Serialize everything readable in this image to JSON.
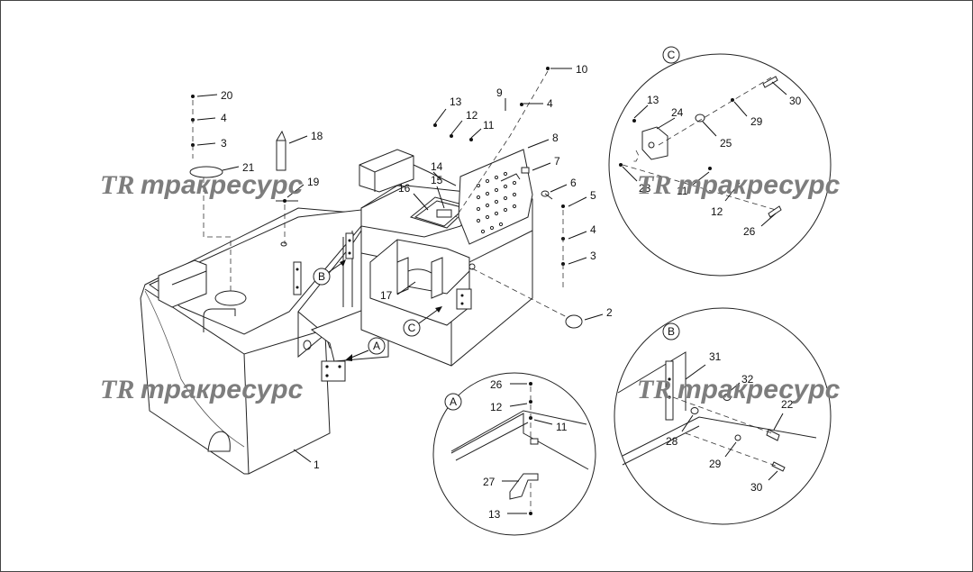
{
  "watermark": {
    "text": "тракресурс",
    "logo_text": "TR",
    "color": "#7d7d7d"
  },
  "detail_labels": {
    "A": "A",
    "B": "B",
    "C": "C"
  },
  "callouts": {
    "main": [
      "1",
      "2",
      "3",
      "4",
      "5",
      "6",
      "7",
      "8",
      "4",
      "10",
      "9",
      "11",
      "12",
      "13",
      "14",
      "15",
      "16",
      "17",
      "18",
      "19",
      "20",
      "4",
      "3",
      "21"
    ],
    "detail_a": [
      "26",
      "12",
      "11",
      "27",
      "13"
    ],
    "detail_b": [
      "31",
      "32",
      "22",
      "28",
      "29",
      "30"
    ],
    "detail_c": [
      "13",
      "24",
      "30",
      "29",
      "25",
      "23",
      "11",
      "12",
      "26"
    ]
  }
}
